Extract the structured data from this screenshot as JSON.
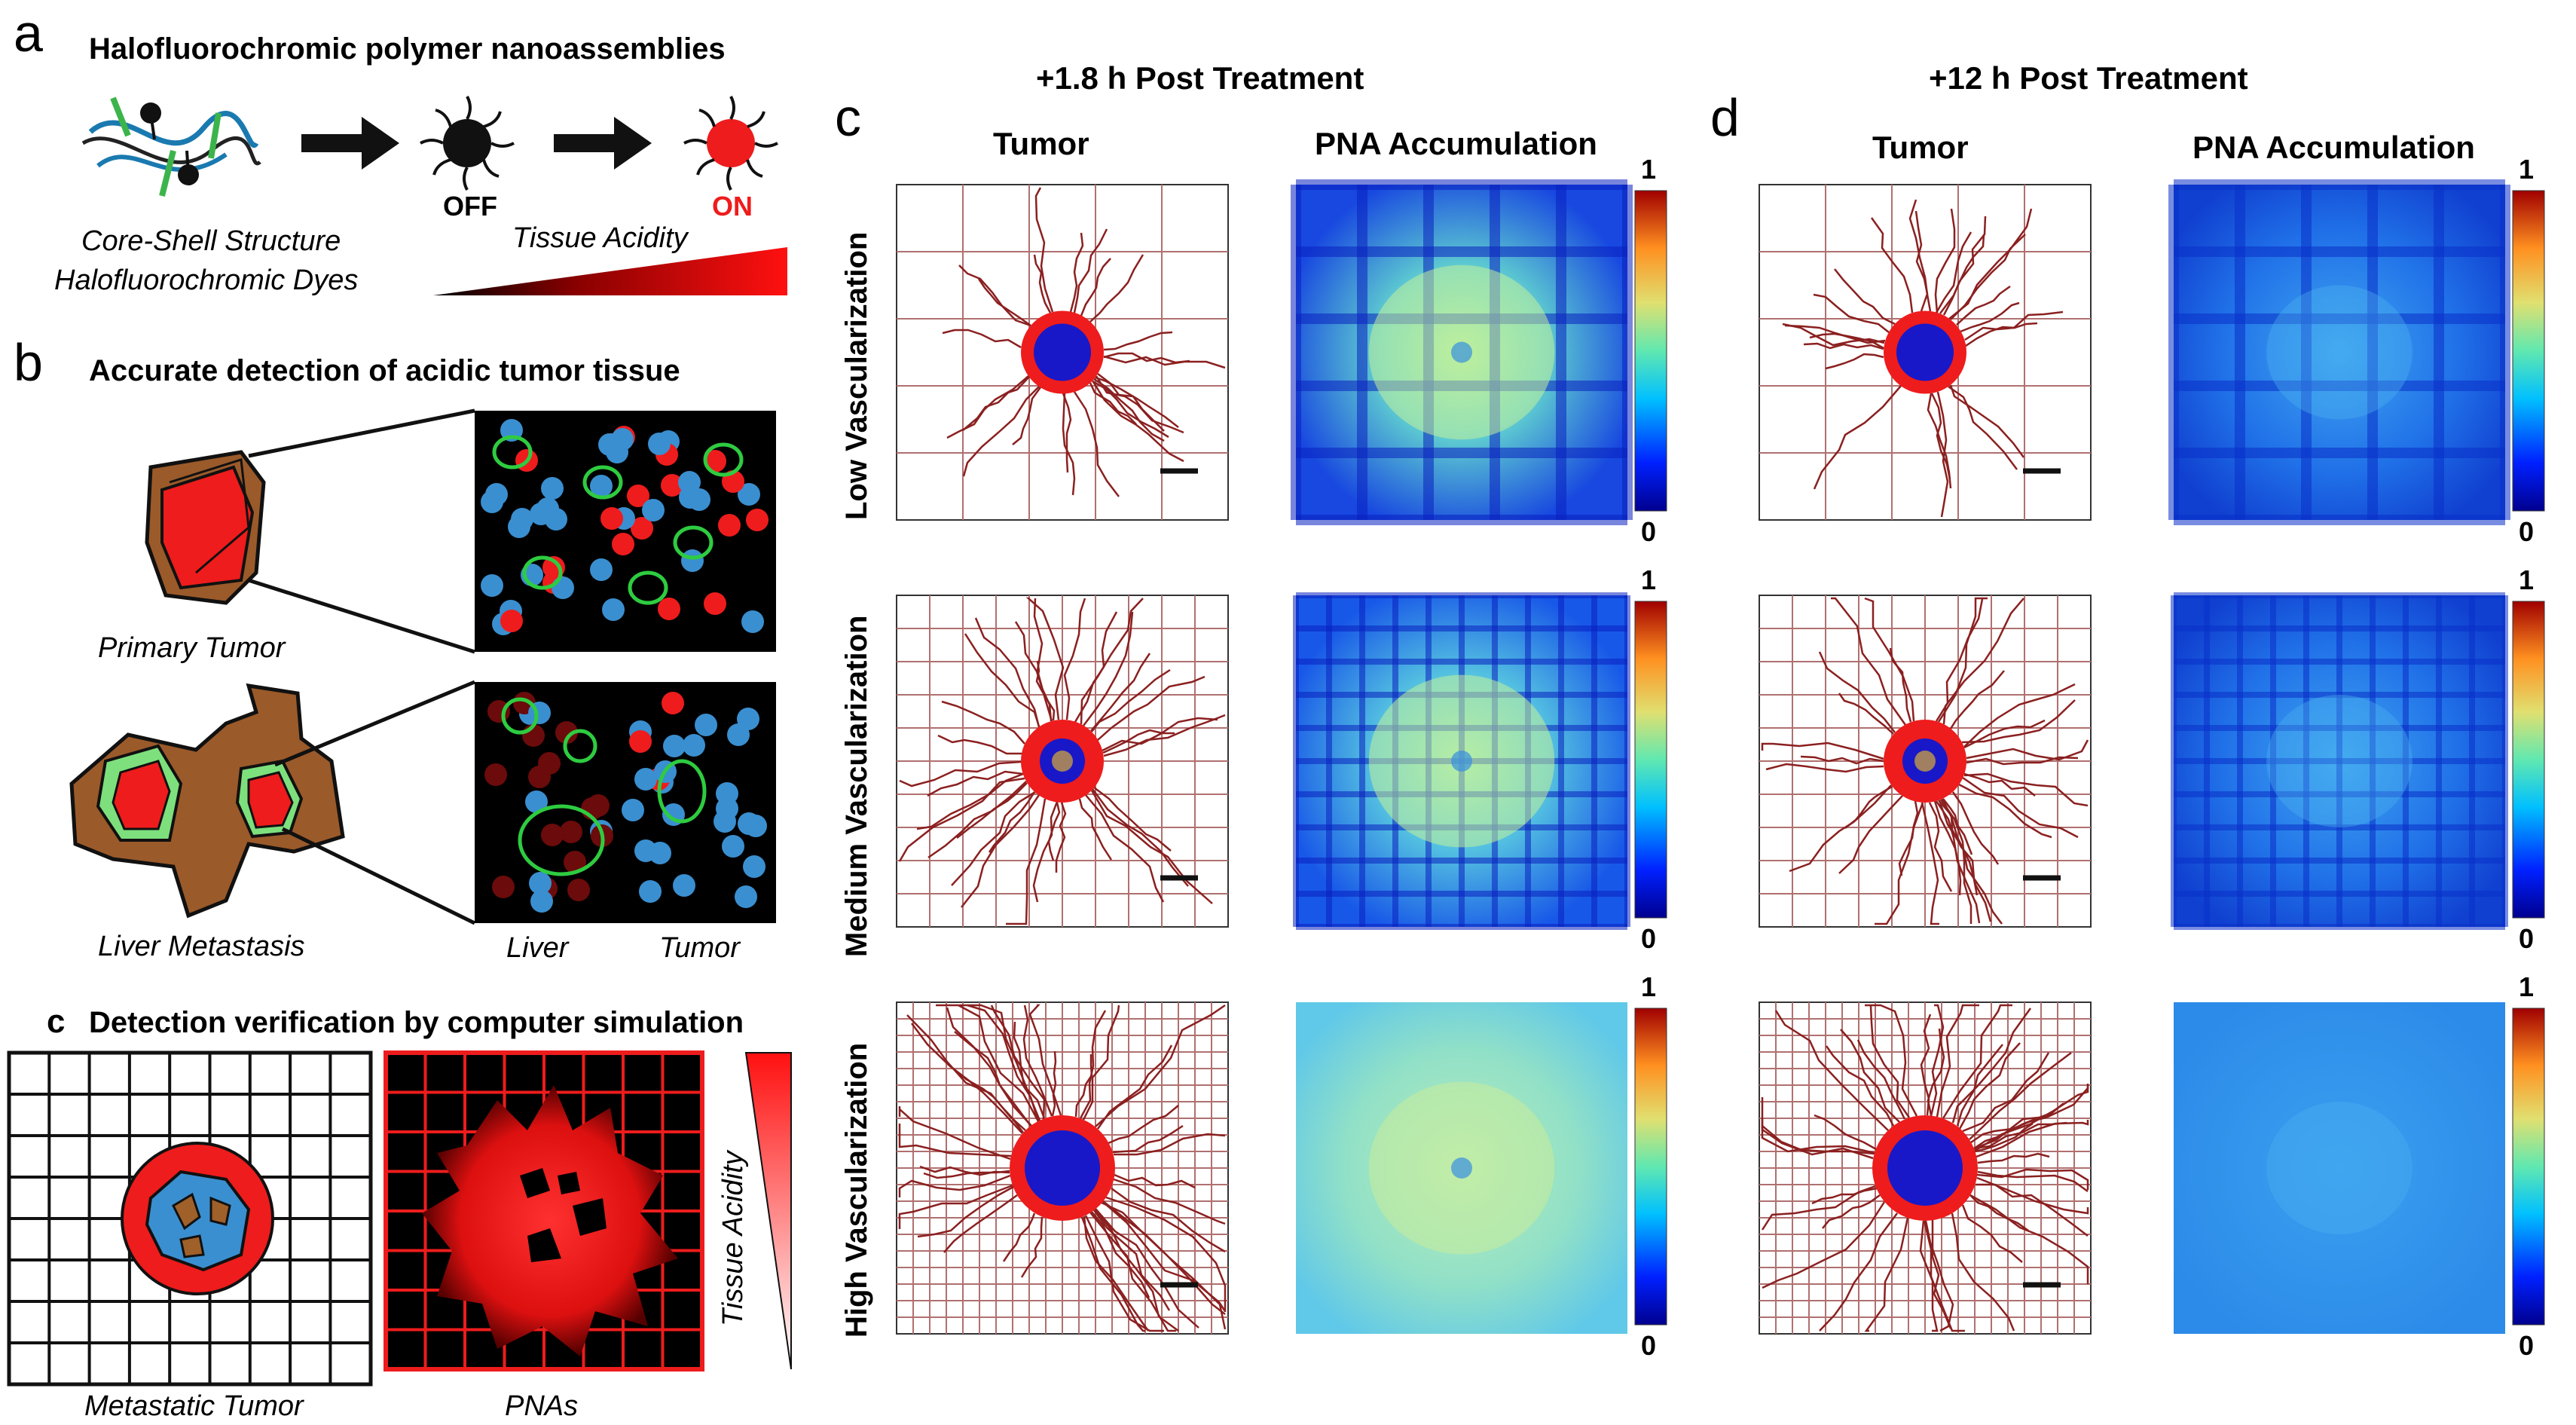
{
  "panel_a": {
    "letter": "a",
    "heading": "Halofluorochromic polymer nanoassemblies",
    "off_label": "OFF",
    "on_label": "ON",
    "structure_caption_1": "Core-Shell Structure",
    "structure_caption_2": "Halofluorochromic Dyes",
    "acidity_label": "Tissue Acidity"
  },
  "panel_b": {
    "letter": "b",
    "heading": "Accurate detection of acidic tumor tissue",
    "primary_label": "Primary Tumor",
    "metastasis_label": "Liver Metastasis",
    "liver_label": "Liver",
    "tumor_label": "Tumor"
  },
  "panel_c_left": {
    "letter": "c",
    "heading": "Detection verification by computer simulation",
    "metastatic_label": "Metastatic Tumor",
    "pnas_label": "PNAs",
    "acidity_label": "Tissue Acidity"
  },
  "simulation": {
    "c": {
      "letter": "c",
      "time_title": "+1.8 h Post Treatment",
      "tumor_header": "Tumor",
      "pna_header": "PNA Accumulation"
    },
    "d": {
      "letter": "d",
      "time_title": "+12 h Post Treatment",
      "tumor_header": "Tumor",
      "pna_header": "PNA Accumulation"
    },
    "rows": [
      {
        "label": "Low Vascularization"
      },
      {
        "label": "Medium Vascularization"
      },
      {
        "label": "High Vascularization"
      }
    ],
    "colorbar": {
      "max": "1",
      "min": "0"
    }
  },
  "colors": {
    "red": "#ee1c1c",
    "brown": "#a0602a",
    "blue_dot": "#3a8fd0",
    "green_outline": "#2ecc40",
    "vessel": "#8b2020",
    "grid": "#b07070"
  }
}
